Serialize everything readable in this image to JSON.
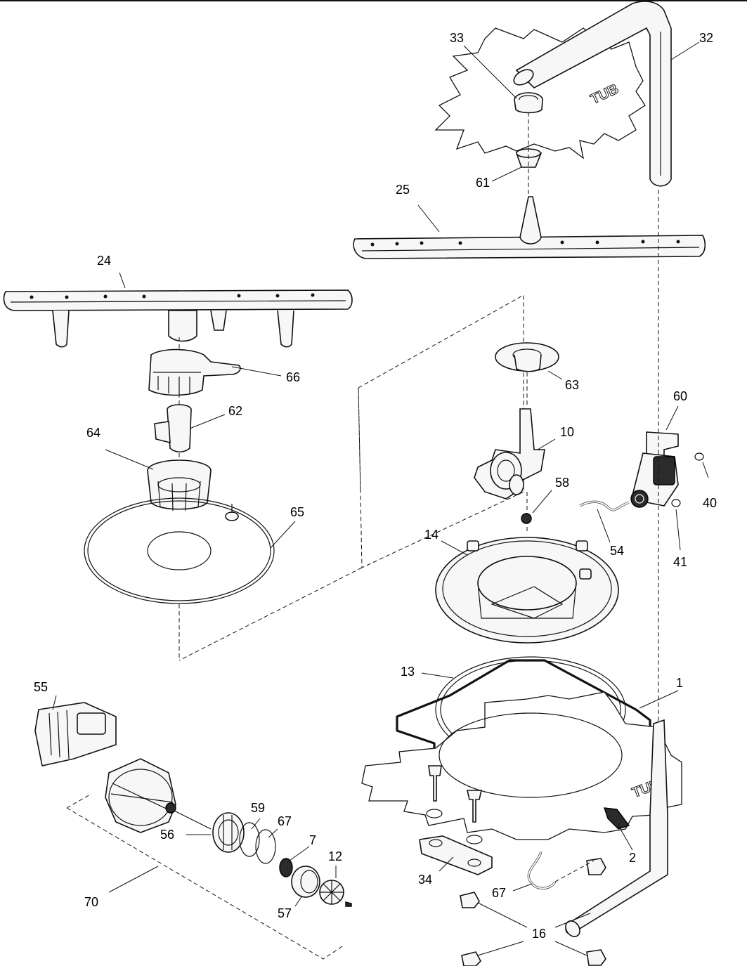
{
  "callouts": [
    {
      "id": "c32",
      "text": "32"
    },
    {
      "id": "c33",
      "text": "33"
    },
    {
      "id": "c61",
      "text": "61"
    },
    {
      "id": "c25",
      "text": "25"
    },
    {
      "id": "c24",
      "text": "24"
    },
    {
      "id": "c66",
      "text": "66"
    },
    {
      "id": "c62",
      "text": "62"
    },
    {
      "id": "c64",
      "text": "64"
    },
    {
      "id": "c65",
      "text": "65"
    },
    {
      "id": "c63",
      "text": "63"
    },
    {
      "id": "c10",
      "text": "10"
    },
    {
      "id": "c60",
      "text": "60"
    },
    {
      "id": "c40",
      "text": "40"
    },
    {
      "id": "c58",
      "text": "58"
    },
    {
      "id": "c54",
      "text": "54"
    },
    {
      "id": "c41",
      "text": "41"
    },
    {
      "id": "c14",
      "text": "14"
    },
    {
      "id": "c13",
      "text": "13"
    },
    {
      "id": "c1",
      "text": "1"
    },
    {
      "id": "c55",
      "text": "55"
    },
    {
      "id": "c59",
      "text": "59"
    },
    {
      "id": "c67a",
      "text": "67"
    },
    {
      "id": "c56",
      "text": "56"
    },
    {
      "id": "c7",
      "text": "7"
    },
    {
      "id": "c12",
      "text": "12"
    },
    {
      "id": "c57",
      "text": "57"
    },
    {
      "id": "c70",
      "text": "70"
    },
    {
      "id": "c34",
      "text": "34"
    },
    {
      "id": "c2",
      "text": "2"
    },
    {
      "id": "c67b",
      "text": "67"
    },
    {
      "id": "c16",
      "text": "16"
    }
  ],
  "stamps": {
    "tub_top": "TUB",
    "tub_bottom": "TUB"
  }
}
